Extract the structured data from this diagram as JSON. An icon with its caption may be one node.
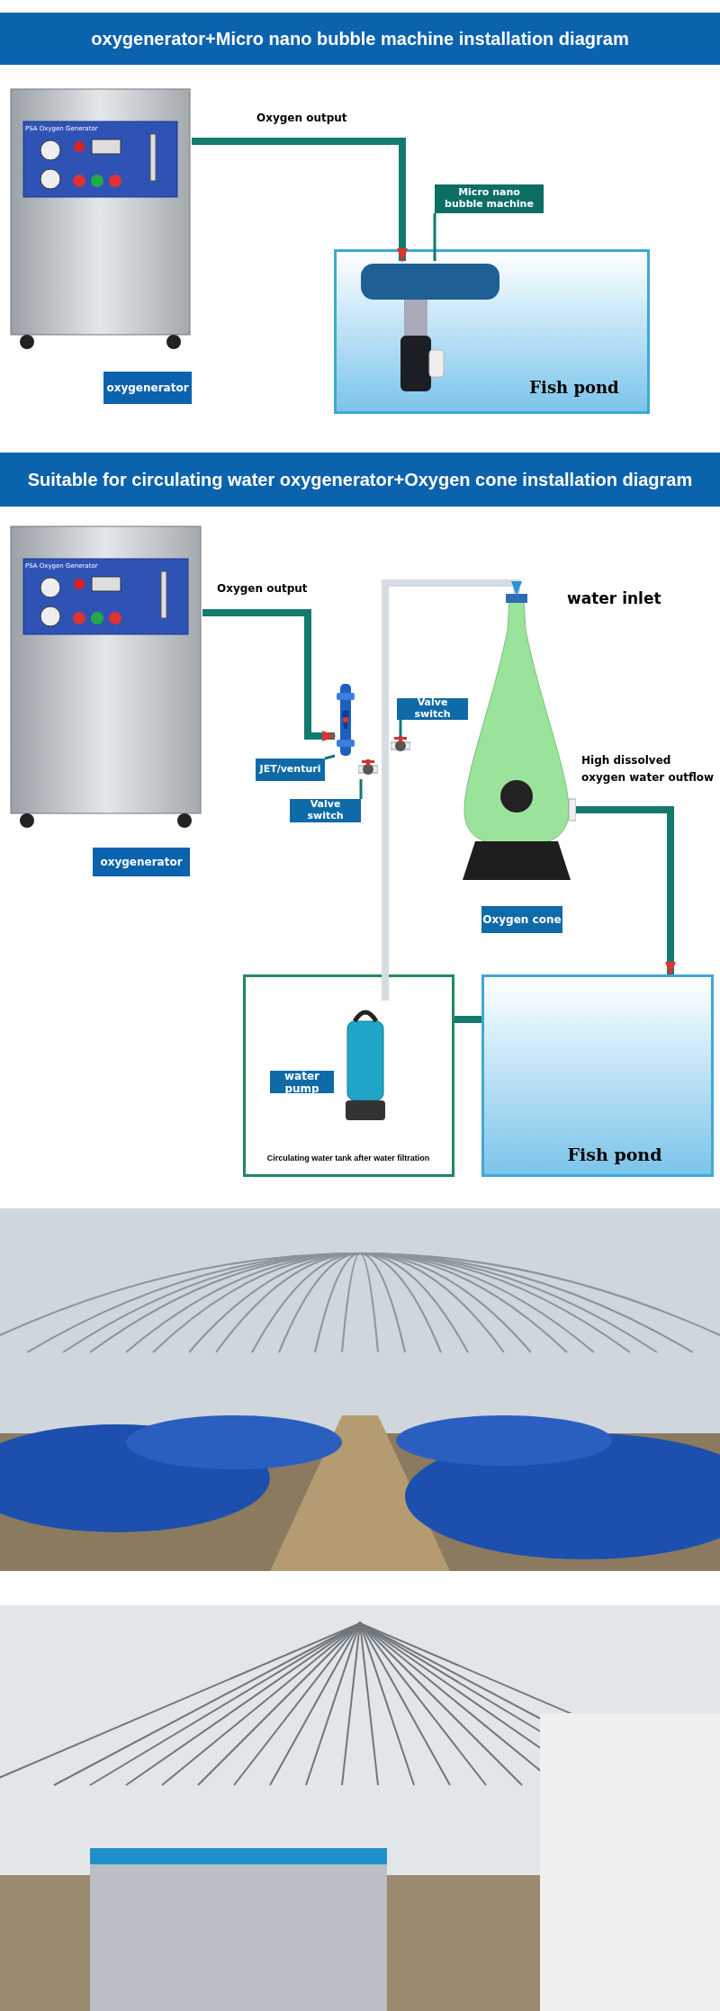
{
  "diagram": {
    "nodes": [
      {
        "text": [
          "oxygenerator"
        ]
      },
      {
        "text": [
          "Micro nano bubble machine"
        ]
      },
      {
        "text": [
          "Fish pond"
        ]
      },
      {
        "text": [],
        "shape": "picture",
        "in": 2
      },
      {
        "text": [
          "oxygenerator"
        ]
      },
      {
        "text": [
          "JET/venturi"
        ]
      },
      {
        "text": [],
        "shape": "picture"
      },
      {
        "text": [
          "Valve switch"
        ]
      },
      {
        "text": [],
        "shape": "picture"
      },
      {
        "text": [
          "Valve switch"
        ]
      },
      {
        "text": [],
        "shape": "picture"
      },
      {
        "text": [
          "Oxygen cone"
        ]
      },
      {
        "text": [
          "Circulating water tank after water filtration"
        ]
      },
      {
        "text": [
          "water pump"
        ],
        "in": 12
      },
      {
        "text": [
          "Fish pond"
        ]
      }
    ],
    "edges": [
      {
        "from": 0,
        "to": 3,
        "arrow": "to",
        "label": "Oxygen output"
      },
      {
        "from": 1,
        "to": 3,
        "arrow": "none"
      },
      {
        "from": 4,
        "to": 6,
        "arrow": "to",
        "label": "Oxygen output"
      },
      {
        "from": 5,
        "to": 6,
        "arrow": "none"
      },
      {
        "from": 7,
        "to": 8,
        "arrow": "none"
      },
      {
        "from": 9,
        "to": 10,
        "arrow": "none"
      },
      {
        "from": 13,
        "to": 11,
        "arrow": "to",
        "color": "#d5dce2"
      },
      {
        "from": 11,
        "to": 14,
        "arrow": "to",
        "label": "High dissolved oxygen water outflow"
      },
      {
        "from": 12,
        "to": 14,
        "arrow": "none"
      }
    ],
    "labels": [
      "oxygenerator+Micro nano bubble machine installation diagram",
      "Suitable for circulating water oxygenerator+Oxygen cone installation diagram",
      "PSA Oxygen Generator",
      "PSA Oxygen Generator",
      "water inlet"
    ]
  }
}
